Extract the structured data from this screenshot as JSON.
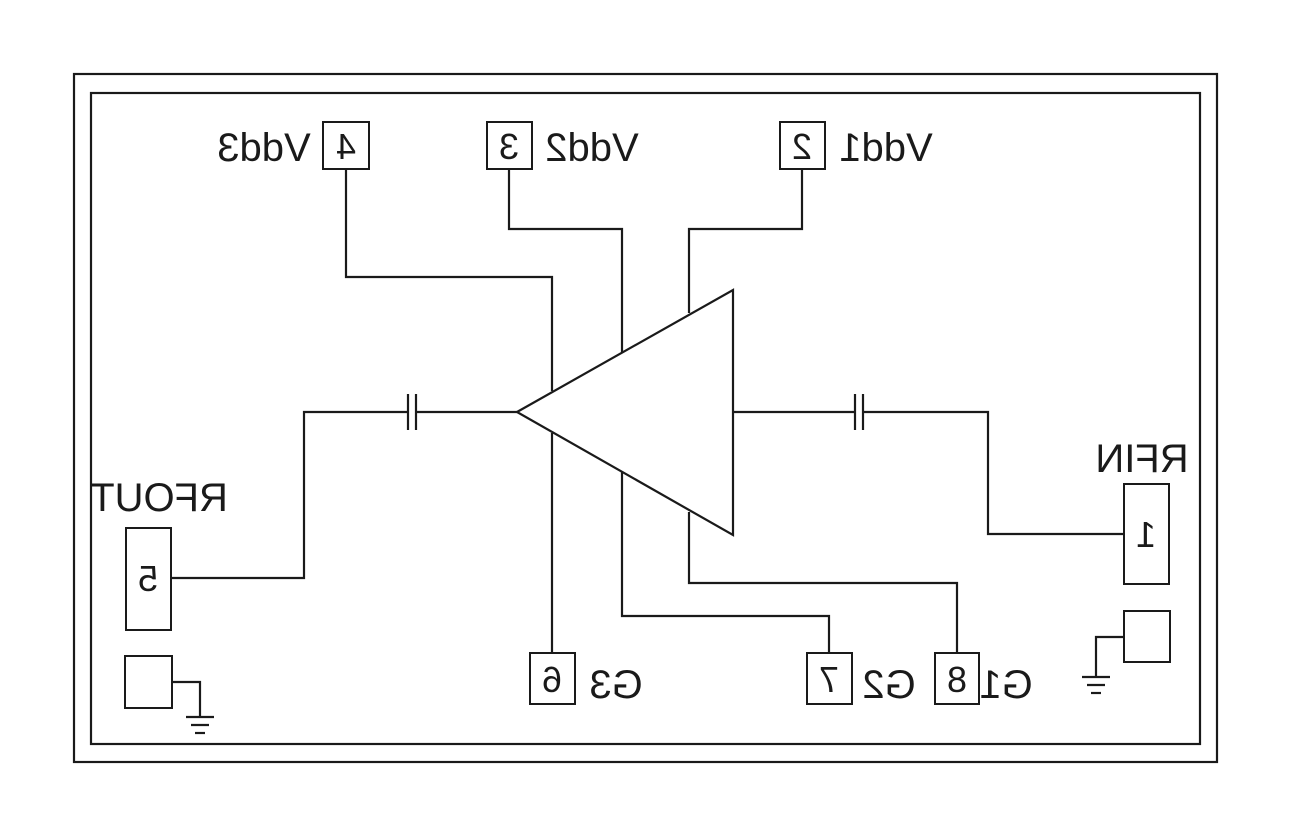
{
  "colors": {
    "ink": "#1a1a1a",
    "background": "#ffffff"
  },
  "pins": [
    {
      "id": "p1",
      "number": "1",
      "name": "RFIN"
    },
    {
      "id": "p2",
      "number": "2",
      "name": "Vdd1"
    },
    {
      "id": "p3",
      "number": "3",
      "name": "Vdd2"
    },
    {
      "id": "p4",
      "number": "4",
      "name": "Vdd3"
    },
    {
      "id": "p5",
      "number": "5",
      "name": "RFOUT"
    },
    {
      "id": "p6",
      "number": "6",
      "name": "G3"
    },
    {
      "id": "p7",
      "number": "7",
      "name": "G2"
    },
    {
      "id": "p8",
      "number": "8",
      "name": "G1"
    }
  ],
  "ground_pads": [
    {
      "id": "gnd-right",
      "symbol": "ground-icon"
    },
    {
      "id": "gnd-left",
      "symbol": "ground-icon"
    }
  ],
  "rendering": {
    "text_mirrored": true,
    "amplifier_symbol": "triangle-amplifier-icon",
    "capacitor_symbol": "capacitor-icon"
  }
}
